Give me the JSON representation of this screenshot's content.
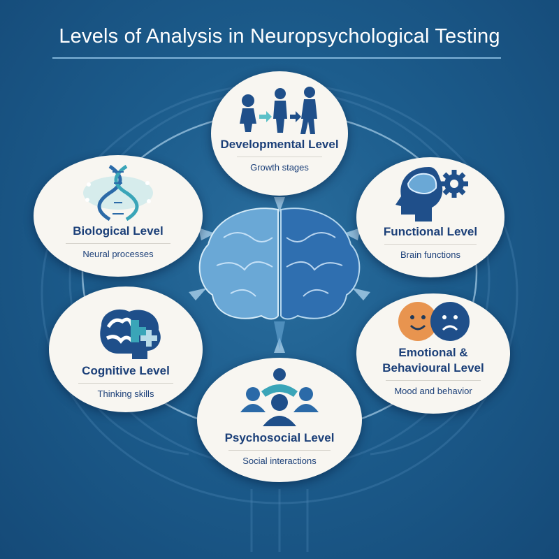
{
  "title": "Levels of Analysis in Neuropsychological Testing",
  "center": {
    "icon": "brain-icon"
  },
  "levels": [
    {
      "id": "developmental",
      "label": "Developmental Level",
      "description": "Growth stages",
      "icon": "child-growth-icon"
    },
    {
      "id": "biological",
      "label": "Biological Level",
      "description": "Neural processes",
      "icon": "dna-icon"
    },
    {
      "id": "functional",
      "label": "Functional Level",
      "description": "Brain functions",
      "icon": "head-gear-icon"
    },
    {
      "id": "cognitive",
      "label": "Cognitive Level",
      "description": "Thinking skills",
      "icon": "brain-puzzle-icon"
    },
    {
      "id": "emotional",
      "label": "Emotional & Behavioural Level",
      "description": "Mood and behavior",
      "icon": "happy-sad-faces-icon"
    },
    {
      "id": "psychosocial",
      "label": "Psychosocial Level",
      "description": "Social interactions",
      "icon": "people-group-icon"
    }
  ],
  "colors": {
    "background": "#1c5c8c",
    "node": "#f8f6f1",
    "text": "#1b3f78",
    "accent": "#3aa5b8",
    "happy": "#e8944f"
  }
}
